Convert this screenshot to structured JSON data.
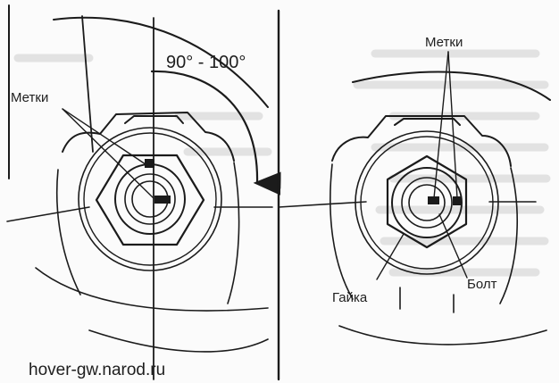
{
  "labels": {
    "angle": "90° - 100°",
    "marks_left": "Метки",
    "marks_right": "Метки",
    "nut": "Гайка",
    "bolt": "Болт",
    "watermark": "hover-gw.narod.ru"
  },
  "colors": {
    "ink": "#1b1b1b",
    "paper": "#fbfbfb",
    "ghost_text": "#d9d9d9"
  }
}
